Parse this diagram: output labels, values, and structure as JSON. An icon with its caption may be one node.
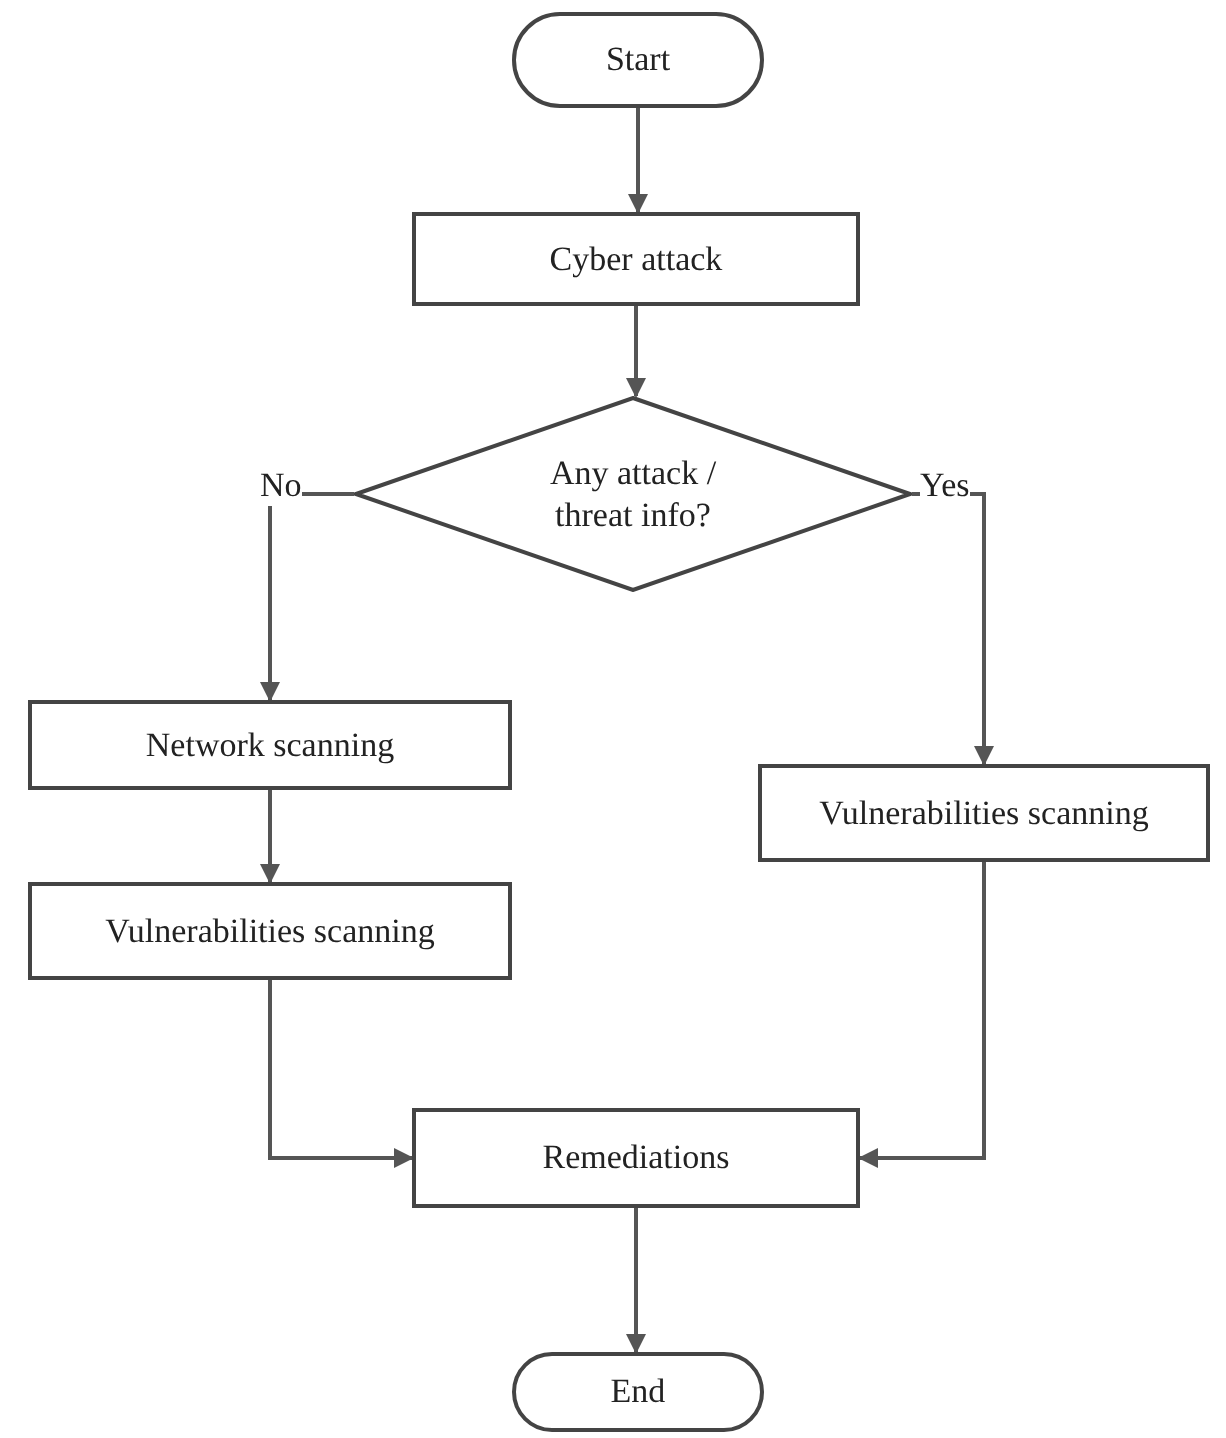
{
  "diagram": {
    "nodes": [
      {
        "text": [
          "Start"
        ]
      },
      {
        "text": [
          "Cyber attack"
        ]
      },
      {
        "text": [
          "Any attack / threat info?"
        ]
      },
      {
        "text": [
          "Network scanning"
        ]
      },
      {
        "text": [
          "Vulnerabilities scanning"
        ]
      },
      {
        "text": [
          "Vulnerabilities scanning"
        ]
      },
      {
        "text": [
          "Remediations"
        ]
      },
      {
        "text": [
          "End"
        ]
      }
    ],
    "edges": [
      {
        "from": 0,
        "to": 1,
        "arrow": "to"
      },
      {
        "from": 1,
        "to": 2,
        "arrow": "to"
      },
      {
        "from": 2,
        "to": 3,
        "arrow": "to",
        "label": "No"
      },
      {
        "from": 2,
        "to": 5,
        "arrow": "to",
        "label": "Yes"
      },
      {
        "from": 3,
        "to": 4,
        "arrow": "to"
      },
      {
        "from": 4,
        "to": 6,
        "arrow": "to"
      },
      {
        "from": 5,
        "to": 6,
        "arrow": "to"
      },
      {
        "from": 6,
        "to": 7,
        "arrow": "to"
      }
    ]
  }
}
